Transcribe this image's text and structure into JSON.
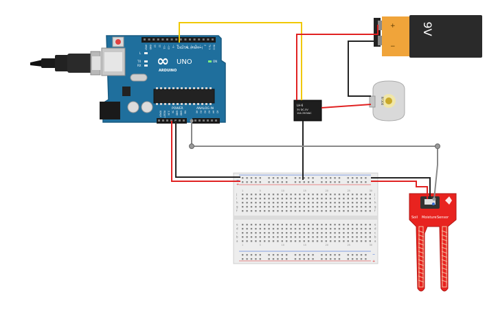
{
  "arduino": {
    "logo": "∞",
    "brand": "ARDUINO",
    "model": "UNO",
    "digital_header": "DIGITAL (PWM~)",
    "power_header": "POWER",
    "analog_header": "ANALOG IN",
    "on_label": "ON",
    "l_label": "L",
    "tx_label": "TX",
    "rx_label": "RX",
    "digital_pins": [
      "AREF",
      "GND",
      "13",
      "12",
      "~11",
      "~10",
      "~9",
      "8",
      "7",
      "~6",
      "~5",
      "4",
      "~3",
      "2",
      "TX 1",
      "RX 0"
    ],
    "power_pins": [
      "IOREF",
      "RESET",
      "3.3V",
      "5V",
      "GND",
      "GND",
      "Vin"
    ],
    "analog_pins": [
      "A0",
      "A1",
      "A2",
      "A3",
      "A4",
      "A5"
    ]
  },
  "battery": {
    "label": "9V",
    "plus": "+",
    "minus": "−"
  },
  "relay": {
    "label_lines": [
      "LH-6",
      "3V DC-5V",
      "10A 250VAC"
    ]
  },
  "motor": {
    "label": "RF300"
  },
  "breadboard": {
    "plus": "+",
    "minus": "−",
    "row_letters_top": [
      "j",
      "i",
      "h",
      "g",
      "f"
    ],
    "row_letters_bottom": [
      "e",
      "d",
      "c",
      "b",
      "a"
    ],
    "column_numbers": [
      "1",
      "5",
      "10",
      "15",
      "20",
      "25",
      "30"
    ]
  },
  "soil_sensor": {
    "label_left": "Soil",
    "label_mid": "Moisture",
    "label_right": "Sensor"
  },
  "colors": {
    "board": "#1f6f9d",
    "wire_red": "#e02020",
    "wire_black": "#222222",
    "wire_yellow": "#f0c800",
    "wire_gray": "#888888",
    "sensor": "#e8231f",
    "breadboard": "#ededed"
  }
}
